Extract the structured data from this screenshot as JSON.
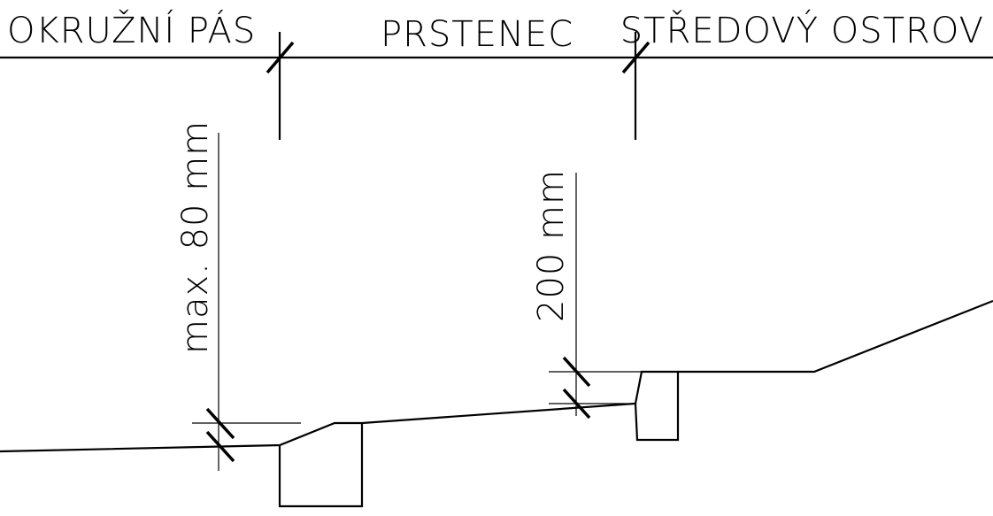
{
  "zones": {
    "left": "OKRUŽNÍ PÁS",
    "middle": "PRSTENEC",
    "right": "STŘEDOVÝ OSTROV"
  },
  "dimensions": {
    "left_height": "max. 80 mm",
    "right_height": "200 mm"
  },
  "colors": {
    "line": "#000000",
    "background": "#ffffff"
  }
}
